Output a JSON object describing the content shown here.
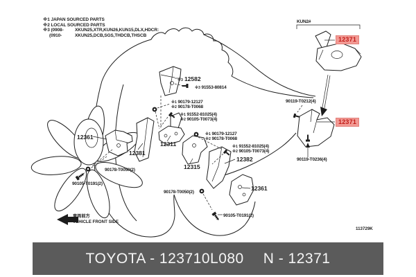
{
  "legend": {
    "line1": "※1 JAPAN SOURCED PARTS",
    "line2": "※2 LOCAL SOURCED PARTS",
    "line3_prefix": "※3 (0908-",
    "line3_models": "XKUN25,XTR,KUN26,KUN15,DLX,HDCR:",
    "line4_prefix": "(0910-",
    "line4_models": "XKUN25,DCB,SGS,THDCB,THSCB"
  },
  "marks": {
    "m1": "※1",
    "m2": "※2",
    "m3": "※3"
  },
  "parts": {
    "p12361": "12361",
    "p12381": "12381",
    "p12311": "12311",
    "p12582": "12582",
    "p12315": "12315",
    "p12382": "12382",
    "p12371": "12371"
  },
  "fasteners": {
    "b91553": "91553-80814",
    "b90179": "90179-12127",
    "b90178_t0068": "90178-T0068",
    "b91552": "91552-81025(4)",
    "b90105_t0073": "90105-T0073(4)",
    "b90178_t0050": "90178-T0050(2)",
    "b90105_t0191": "90105-T0191(2)",
    "b90119_t0212": "90119-T0212(4)",
    "b90119_t0236": "90119-T0236(4)"
  },
  "model_group": "KUN2#",
  "front_arrow": {
    "jp": "車両前方",
    "en": "VEHICLE FRONT SIDE"
  },
  "doc_code": "113729K",
  "footer": {
    "part": "TOYOTA - 123710L080",
    "ref": "N - 12371"
  },
  "colors": {
    "highlight_bg": "#f29a94",
    "highlight_text": "#c11b17",
    "footer_bg": "#5b5b5b",
    "line": "#1c1c1c"
  }
}
